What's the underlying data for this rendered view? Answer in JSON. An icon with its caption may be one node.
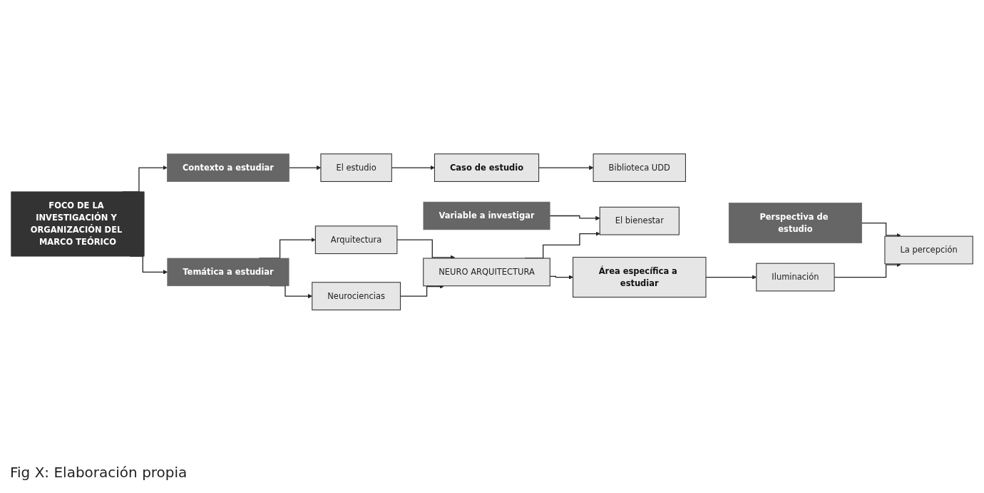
{
  "diagram": {
    "caption": "Fig X: Elaboración propia",
    "nodes": [
      {
        "text": [
          "El estudio"
        ]
      },
      {
        "text": [
          "Caso de estudio"
        ]
      },
      {
        "text": [
          "Biblioteca UDD"
        ]
      },
      {
        "text": [
          "Contexto a estudiar"
        ]
      },
      {
        "text": [
          "FOCO DE LA INVESTIGACIÓN Y ORGANIZACIÓN DEL MARCO TEÓRICO"
        ]
      },
      {
        "text": [
          "Temática a estudiar"
        ]
      },
      {
        "text": [
          "Neurociencias"
        ]
      },
      {
        "text": [
          "Arquitectura"
        ]
      },
      {
        "text": [
          "NEURO ARQUITECTURA"
        ]
      },
      {
        "text": [
          "El bienestar"
        ]
      },
      {
        "text": [
          "Variable a investigar"
        ]
      },
      {
        "text": [
          "Área específica a estudiar"
        ]
      },
      {
        "text": [
          "Iluminación"
        ]
      },
      {
        "text": [
          "La percepción"
        ]
      },
      {
        "text": [
          "Perspectiva de estudio"
        ]
      }
    ],
    "edges": [
      {
        "from": 0,
        "to": 1,
        "arrow": "to"
      },
      {
        "from": 1,
        "to": 2,
        "arrow": "to"
      },
      {
        "from": 3,
        "to": 0,
        "arrow": "to"
      },
      {
        "from": 4,
        "to": 3,
        "arrow": "to"
      },
      {
        "from": 4,
        "to": 5,
        "arrow": "to"
      },
      {
        "from": 5,
        "to": 6,
        "arrow": "to"
      },
      {
        "from": 5,
        "to": 7,
        "arrow": "to"
      },
      {
        "from": 6,
        "to": 8,
        "arrow": "to"
      },
      {
        "from": 7,
        "to": 8,
        "arrow": "to"
      },
      {
        "from": 8,
        "to": 9,
        "arrow": "to"
      },
      {
        "from": 10,
        "to": 9,
        "arrow": "to"
      },
      {
        "from": 8,
        "to": 11,
        "arrow": "to"
      },
      {
        "from": 11,
        "to": 12,
        "arrow": "to"
      },
      {
        "from": 12,
        "to": 13,
        "arrow": "to"
      },
      {
        "from": 14,
        "to": 13,
        "arrow": "to"
      }
    ]
  }
}
